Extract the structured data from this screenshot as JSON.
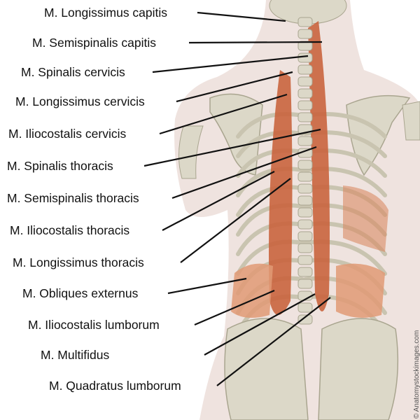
{
  "labels": [
    "M. Longissimus capitis",
    "M. Semispinalis capitis",
    "M. Spinalis cervicis",
    "M. Longissimus cervicis",
    "M. Iliocostalis cervicis",
    "M. Spinalis thoracis",
    "M. Semispinalis thoracis",
    "M. Iliocostalis thoracis",
    "M. Longissimus thoracis",
    "M. Obliques externus",
    "M. Iliocostalis lumborum",
    "M. Multifidus",
    "M. Quadratus lumborum"
  ],
  "watermark": "AnatomyStockImages.com",
  "credit": "© Anatomystockimages.com",
  "colors": {
    "background": "#ffffff",
    "skin": "#efe3df",
    "bone": "#dcd8c8",
    "bone_shadow": "#a9a58f",
    "muscle": "#c9643e",
    "muscle_light": "#e19a76",
    "leader": "#111111",
    "text": "#111111"
  }
}
